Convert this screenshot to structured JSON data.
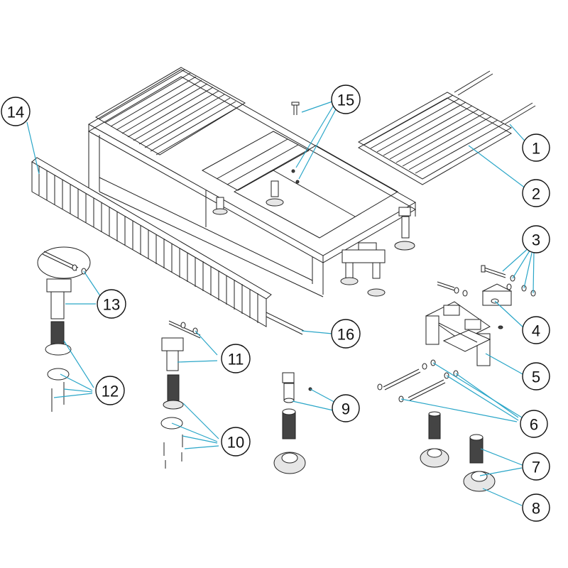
{
  "callouts": [
    {
      "label": "1"
    },
    {
      "label": "2"
    },
    {
      "label": "3"
    },
    {
      "label": "4"
    },
    {
      "label": "5"
    },
    {
      "label": "6"
    },
    {
      "label": "7"
    },
    {
      "label": "8"
    },
    {
      "label": "9"
    },
    {
      "label": "10"
    },
    {
      "label": "11"
    },
    {
      "label": "12"
    },
    {
      "label": "13"
    },
    {
      "label": "14"
    },
    {
      "label": "15"
    },
    {
      "label": "16"
    }
  ],
  "colors": {
    "line": "#222222",
    "leader": "#2aa6c8",
    "background": "#ffffff"
  }
}
